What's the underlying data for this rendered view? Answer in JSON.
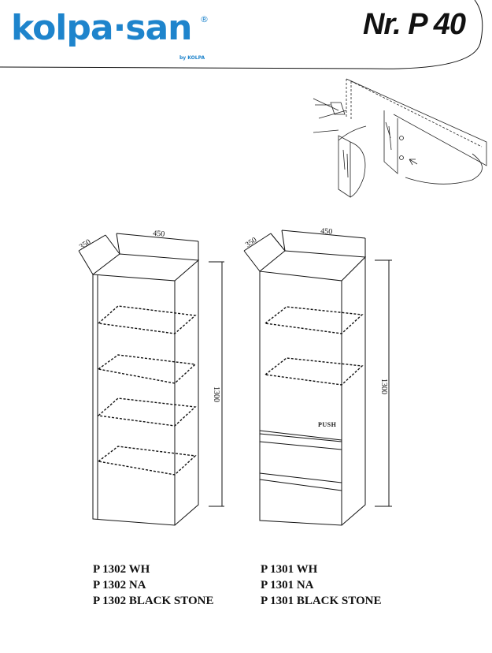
{
  "header": {
    "brand": "kolpa·san",
    "brand_registered": "®",
    "brand_sub": "by KOLPA",
    "doc_number": "Nr. P 40"
  },
  "cabinet_left": {
    "depth_label": "350",
    "width_label": "450",
    "height_label": "1300",
    "codes": [
      "P 1302 WH",
      "P 1302 NA",
      "P 1302 BLACK STONE"
    ]
  },
  "cabinet_right": {
    "depth_label": "350",
    "width_label": "450",
    "height_label": "1300",
    "push_label": "PUSH",
    "codes": [
      "P 1301 WH",
      "P 1301 NA",
      "P 1301 BLACK STONE"
    ]
  },
  "icons": [
    "mounting-detail-icon"
  ]
}
